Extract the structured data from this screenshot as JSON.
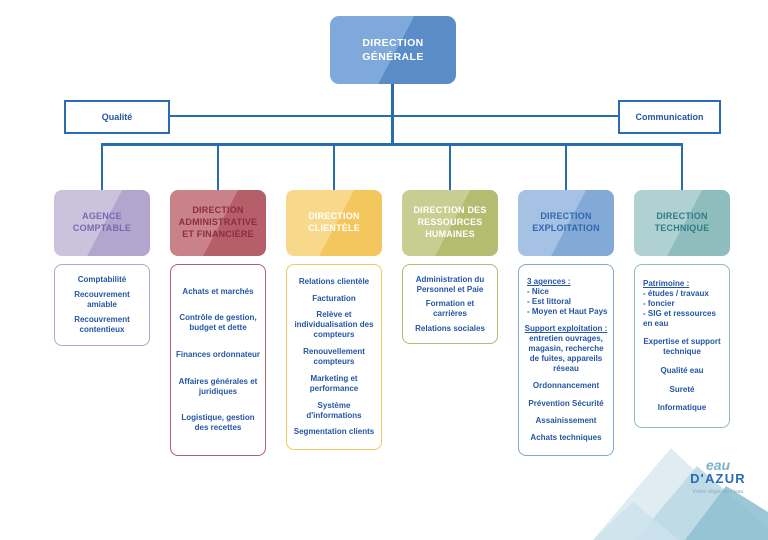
{
  "palette": {
    "line_color": "#2a6cb0",
    "item_text_color": "#2456a4"
  },
  "root_box": {
    "label": "DIRECTION GÉNÉRALE",
    "color": "#5a8cc8",
    "color_light": "#7fa9db",
    "text_color": "#ffffff"
  },
  "connected_boxes": {
    "left": "Qualité",
    "right": "Communication"
  },
  "departments": [
    {
      "id": "agence-comptable",
      "title": "AGENCE COMPTABLE",
      "color": "#b3a6ce",
      "color_light": "#cbc2de",
      "title_color": "#7769af",
      "list_height": 82,
      "items": [
        {
          "text": "Comptabilité"
        },
        {
          "text": "Recouvrement amiable"
        },
        {
          "text": "Recouvrement contentieux"
        }
      ]
    },
    {
      "id": "direction-administrative-financiere",
      "title": "DIRECTION ADMINISTRATIVE ET FINANCIÈRE",
      "color": "#b65f6a",
      "color_light": "#c9828a",
      "title_color": "#8c2d3d",
      "list_height": 192,
      "items": [
        {
          "text": "Achats et marchés"
        },
        {
          "text": "Contrôle de gestion, budget et dette"
        },
        {
          "text": "Finances ordonnateur"
        },
        {
          "text": "Affaires générales et juridiques"
        },
        {
          "text": "Logistique, gestion des recettes"
        }
      ]
    },
    {
      "id": "direction-clientele",
      "title": "DIRECTION CLIENTÈLE",
      "color": "#f4c75e",
      "color_light": "#f8d98c",
      "title_color": "#ffffff",
      "list_height": 186,
      "items": [
        {
          "text": "Relations clientèle"
        },
        {
          "text": "Facturation"
        },
        {
          "text": "Relève et individualisation des compteurs"
        },
        {
          "text": "Renouvellement compteurs"
        },
        {
          "text": "Marketing et performance"
        },
        {
          "text": "Système d'informations"
        },
        {
          "text": "Segmentation clients"
        }
      ]
    },
    {
      "id": "direction-ressources-humaines",
      "title": "DIRECTION DES RESSOURCES HUMAINES",
      "color": "#b4bc70",
      "color_light": "#c8ce92",
      "title_color": "#ffffff",
      "list_height": 80,
      "items": [
        {
          "text": "Administration du Personnel et Paie"
        },
        {
          "text": "Formation et carrières"
        },
        {
          "text": "Relations sociales"
        }
      ]
    },
    {
      "id": "direction-exploitation",
      "title": "DIRECTION EXPLOITATION",
      "color": "#83aad6",
      "color_light": "#a5c2e4",
      "title_color": "#2f66ad",
      "list_height": 192,
      "items": [
        {
          "head": "3 agences :",
          "lines": [
            "- Nice",
            "- Est littoral",
            "- Moyen et Haut Pays"
          ],
          "align": "left"
        },
        {
          "head": "Support exploitation :",
          "text": "entretien ouvrages, magasin, recherche de fuites, appareils réseau"
        },
        {
          "text": "Ordonnancement"
        },
        {
          "text": "Prévention Sécurité"
        },
        {
          "text": "Assainissement"
        },
        {
          "text": "Achats techniques"
        }
      ]
    },
    {
      "id": "direction-technique",
      "title": "DIRECTION TECHNIQUE",
      "color": "#8fbdbe",
      "color_light": "#b0d1d1",
      "title_color": "#2e7d85",
      "list_height": 164,
      "items": [
        {
          "head": "Patrimoine :",
          "lines": [
            "- études / travaux",
            "- foncier",
            "- SIG et ressources en eau"
          ],
          "align": "left"
        },
        {
          "text": "Expertise et support technique"
        },
        {
          "text": "Qualité eau"
        },
        {
          "text": "Sureté"
        },
        {
          "text": "Informatique"
        }
      ]
    }
  ],
  "logo": {
    "brand_top": "eau",
    "brand_bottom": "D'AZUR",
    "tagline": "Votre régie de l'eau"
  }
}
